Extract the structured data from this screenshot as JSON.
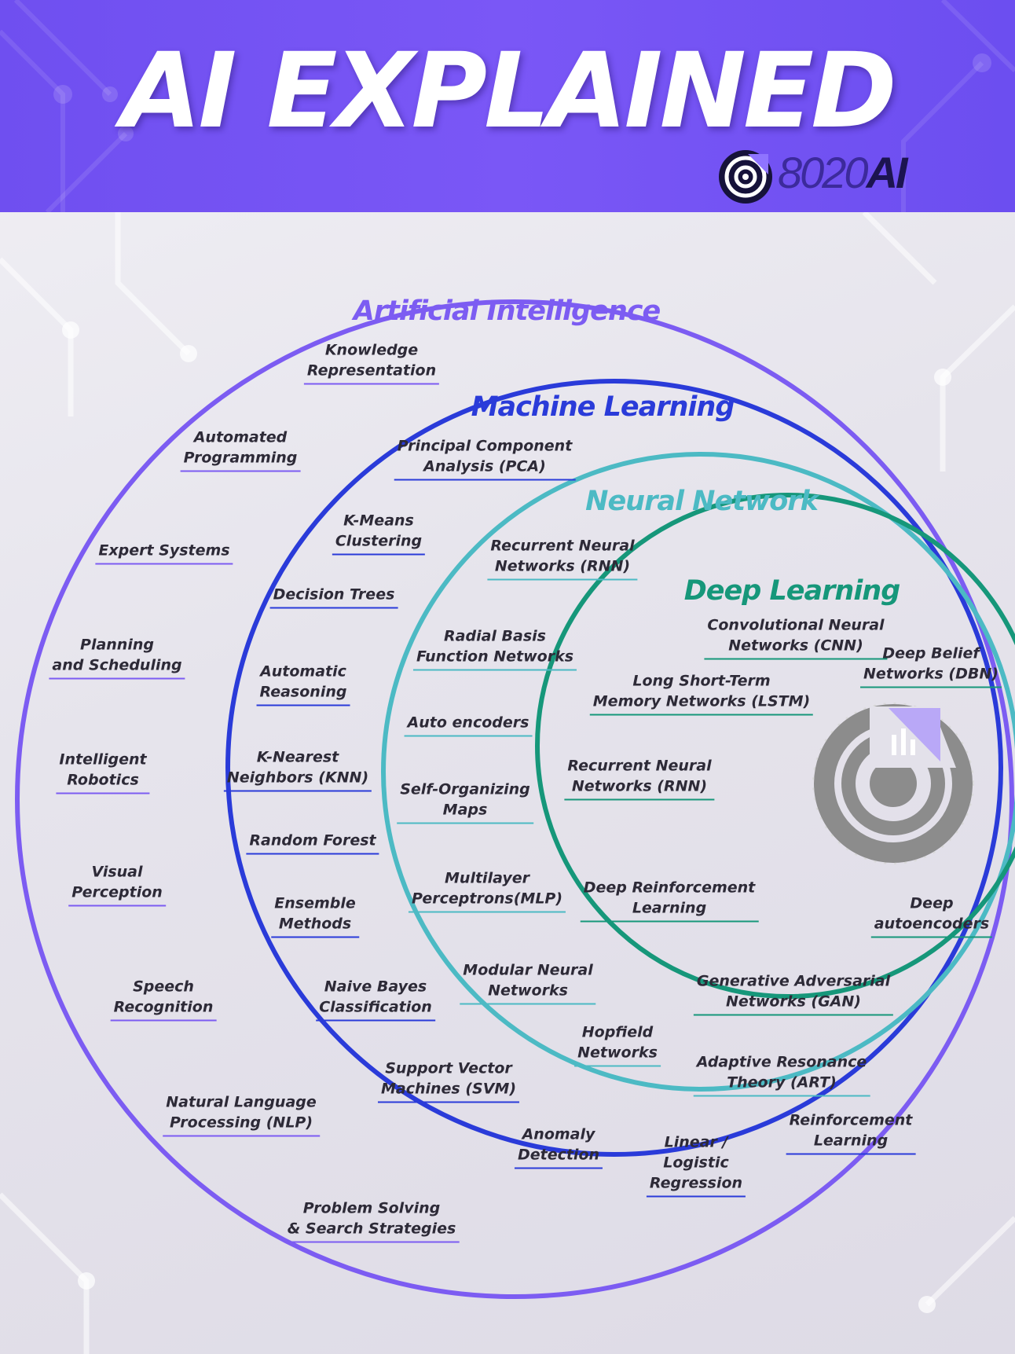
{
  "header": {
    "title": "AI EXPLAINED",
    "brand_digits": "8020",
    "brand_ai": "AI"
  },
  "colors": {
    "ai": "#7c5cf2",
    "ml": "#2a3bd9",
    "nn": "#4cbac4",
    "dl": "#16977a",
    "header": "#7457f4"
  },
  "diagram": {
    "ai": {
      "title": "Artificial Intelligence",
      "items": [
        "Knowledge\nRepresentation",
        "Automated\nProgramming",
        "Expert Systems",
        "Planning\nand Scheduling",
        "Intelligent\nRobotics",
        "Visual\nPerception",
        "Speech\nRecognition",
        "Natural Language\nProcessing (NLP)",
        "Problem Solving\n& Search Strategies"
      ]
    },
    "ml": {
      "title": "Machine Learning",
      "items": [
        "Principal Component\nAnalysis (PCA)",
        "K-Means\nClustering",
        "Decision Trees",
        "Automatic\nReasoning",
        "K-Nearest\nNeighbors (KNN)",
        "Random Forest",
        "Ensemble\nMethods",
        "Naive Bayes\nClassification",
        "Support Vector\nMachines (SVM)",
        "Anomaly\nDetection",
        "Linear /\nLogistic\nRegression",
        "Reinforcement\nLearning"
      ]
    },
    "nn": {
      "title": "Neural Network",
      "items": [
        "Recurrent Neural\nNetworks (RNN)",
        "Radial Basis\nFunction Networks",
        "Auto encoders",
        "Self-Organizing\nMaps",
        "Multilayer\nPerceptrons(MLP)",
        "Modular Neural\nNetworks",
        "Hopfield\nNetworks",
        "Adaptive Resonance\nTheory (ART)"
      ]
    },
    "dl": {
      "title": "Deep Learning",
      "items": [
        "Convolutional Neural\nNetworks (CNN)",
        "Deep Belief\nNetworks (DBN)",
        "Long Short-Term\nMemory Networks (LSTM)",
        "Recurrent Neural\nNetworks (RNN)",
        "Deep Reinforcement\nLearning",
        "Deep\nautoencoders",
        "Generative Adversarial\nNetworks (GAN)"
      ]
    }
  }
}
